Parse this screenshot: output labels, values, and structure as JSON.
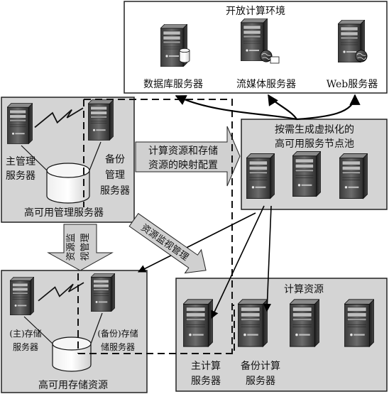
{
  "open_env": {
    "title": "开放计算环境",
    "db_label": "数据库服务器",
    "stream_label": "流媒体服务器",
    "web_label": "Web服务器"
  },
  "mgmt": {
    "title": "高可用管理服务器",
    "primary_l1": "主管理",
    "primary_l2": "服务器",
    "backup_l1": "备份",
    "backup_l2": "管理",
    "backup_l3": "服务器"
  },
  "mapping_arrow": {
    "l1": "计算资源和存储",
    "l2": "资源的映射配置"
  },
  "pool": {
    "l1": "按需生成虚拟化的",
    "l2": "高可用服务节点池"
  },
  "down_arrow": {
    "c1": "资源监",
    "c2": "视管理"
  },
  "diag_arrow": {
    "text": "资源监视管理"
  },
  "storage": {
    "title": "高可用存储资源",
    "primary_l1": "(主)存储",
    "primary_l2": "服务器",
    "backup_l1": "(备份)存储",
    "backup_l2": "储服务器"
  },
  "compute": {
    "title": "计算资源",
    "primary_l1": "主计算",
    "primary_l2": "服务器",
    "backup_l1": "备份计算",
    "backup_l2": "服务器"
  },
  "colors": {
    "panel_fill": "#d4d4d4",
    "panel_stroke": "#222222",
    "arrow_fill": "#cfcfcf"
  },
  "icons": [
    "server-icon",
    "database-icon",
    "globe-icon",
    "disk-cylinder-icon",
    "lightning-link-icon"
  ]
}
